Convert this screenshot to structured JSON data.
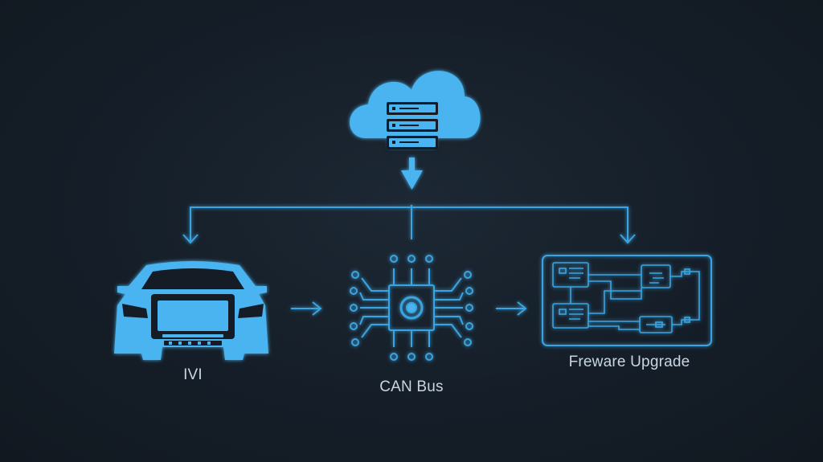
{
  "nodes": {
    "cloud": {
      "icon": "cloud-server-icon"
    },
    "ivi": {
      "label": "IVI",
      "icon": "car-icon"
    },
    "can_bus": {
      "label": "CAN Bus",
      "icon": "chip-icon"
    },
    "firmware": {
      "label": "Freware Upgrade",
      "icon": "circuit-board-icon"
    }
  },
  "colors": {
    "background": "#151e28",
    "accent": "#48b4f0",
    "line": "#3aa4e0",
    "label": "#c8d6e4"
  }
}
